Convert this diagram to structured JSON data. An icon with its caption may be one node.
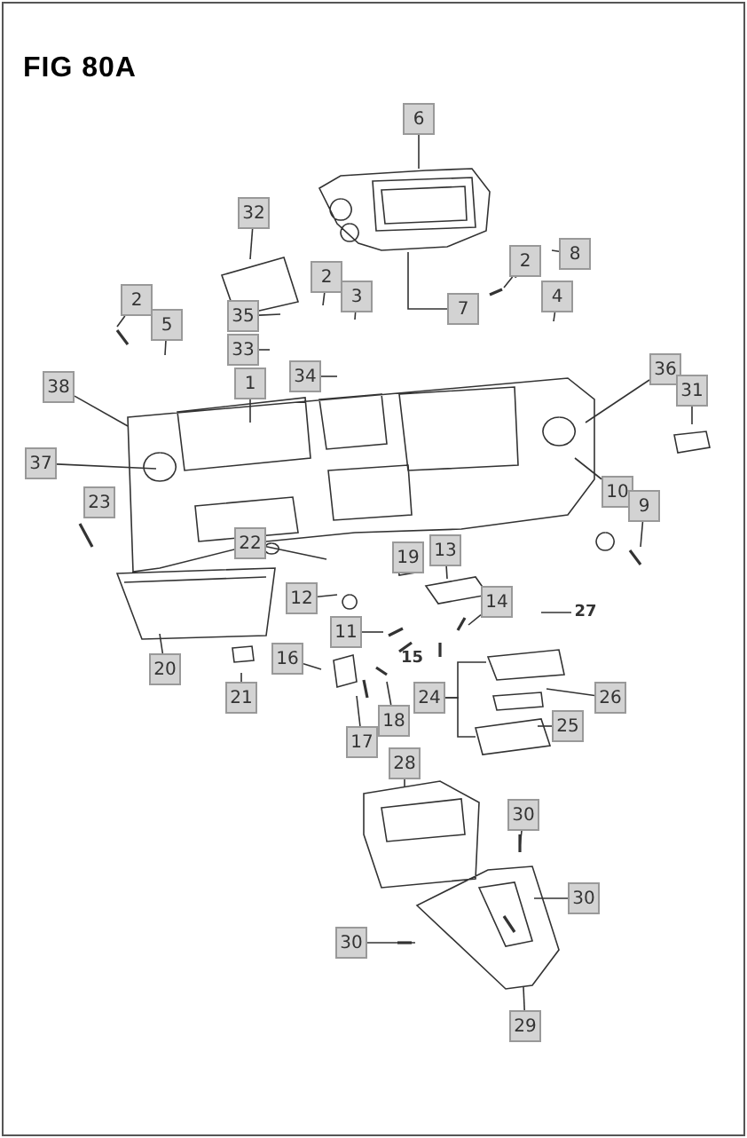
{
  "diagram": {
    "title": "FIG 80A",
    "nodes": [
      {
        "text": [
          "6"
        ]
      },
      {
        "text": [
          "32"
        ]
      },
      {
        "text": [
          "8"
        ]
      },
      {
        "text": [
          "2"
        ]
      },
      {
        "text": [
          "2"
        ]
      },
      {
        "text": [
          "3"
        ]
      },
      {
        "text": [
          "4"
        ]
      },
      {
        "text": [
          "2"
        ]
      },
      {
        "text": [
          "7"
        ]
      },
      {
        "text": [
          "5"
        ]
      },
      {
        "text": [
          "35"
        ]
      },
      {
        "text": [
          "33"
        ]
      },
      {
        "text": [
          "1"
        ]
      },
      {
        "text": [
          "34"
        ]
      },
      {
        "text": [
          "38"
        ]
      },
      {
        "text": [
          "36"
        ]
      },
      {
        "text": [
          "31"
        ]
      },
      {
        "text": [
          "37"
        ]
      },
      {
        "text": [
          "10"
        ]
      },
      {
        "text": [
          "9"
        ]
      },
      {
        "text": [
          "23"
        ]
      },
      {
        "text": [
          "22"
        ]
      },
      {
        "text": [
          "19"
        ]
      },
      {
        "text": [
          "13"
        ]
      },
      {
        "text": [
          "12"
        ]
      },
      {
        "text": [
          "14"
        ]
      },
      {
        "text": [
          "11"
        ]
      },
      {
        "text": [
          "27"
        ]
      },
      {
        "text": [
          "16"
        ]
      },
      {
        "text": [
          "24"
        ]
      },
      {
        "text": [
          "26"
        ]
      },
      {
        "text": [
          "20"
        ]
      },
      {
        "text": [
          "21"
        ]
      },
      {
        "text": [
          "25"
        ]
      },
      {
        "text": [
          "18"
        ]
      },
      {
        "text": [
          "17"
        ]
      },
      {
        "text": [
          "28"
        ]
      },
      {
        "text": [
          "30"
        ]
      },
      {
        "text": [
          "30"
        ]
      },
      {
        "text": [
          "30"
        ]
      },
      {
        "text": [
          "29"
        ]
      }
    ],
    "edges": [
      {
        "from": 0,
        "to": null,
        "arrow": "none"
      },
      {
        "from": 1,
        "to": null,
        "arrow": "none"
      },
      {
        "from": 2,
        "to": null,
        "arrow": "none"
      },
      {
        "from": 3,
        "to": null,
        "arrow": "none"
      },
      {
        "from": 4,
        "to": null,
        "arrow": "none"
      },
      {
        "from": 5,
        "to": null,
        "arrow": "none"
      },
      {
        "from": 6,
        "to": null,
        "arrow": "none"
      },
      {
        "from": 7,
        "to": null,
        "arrow": "none"
      },
      {
        "from": 8,
        "to": null,
        "arrow": "none"
      },
      {
        "from": 9,
        "to": null,
        "arrow": "none"
      },
      {
        "from": 10,
        "to": null,
        "arrow": "none"
      },
      {
        "from": 11,
        "to": null,
        "arrow": "none"
      },
      {
        "from": 12,
        "to": null,
        "arrow": "none"
      },
      {
        "from": 13,
        "to": null,
        "arrow": "none"
      },
      {
        "from": 14,
        "to": null,
        "arrow": "none"
      },
      {
        "from": 15,
        "to": null,
        "arrow": "none"
      },
      {
        "from": 16,
        "to": null,
        "arrow": "none"
      },
      {
        "from": 17,
        "to": null,
        "arrow": "none"
      },
      {
        "from": 18,
        "to": null,
        "arrow": "none"
      },
      {
        "from": 19,
        "to": null,
        "arrow": "none"
      },
      {
        "from": 21,
        "to": null,
        "arrow": "none"
      },
      {
        "from": 23,
        "to": null,
        "arrow": "none"
      },
      {
        "from": 24,
        "to": null,
        "arrow": "none"
      },
      {
        "from": 25,
        "to": null,
        "arrow": "none"
      },
      {
        "from": 26,
        "to": null,
        "arrow": "none"
      },
      {
        "from": 27,
        "to": null,
        "arrow": "none"
      },
      {
        "from": 28,
        "to": null,
        "arrow": "none"
      },
      {
        "from": 29,
        "to": null,
        "arrow": "none"
      },
      {
        "from": 29,
        "to": null,
        "arrow": "none"
      },
      {
        "from": 30,
        "to": null,
        "arrow": "none"
      },
      {
        "from": 31,
        "to": null,
        "arrow": "none"
      },
      {
        "from": 32,
        "to": null,
        "arrow": "none"
      },
      {
        "from": 33,
        "to": null,
        "arrow": "none"
      },
      {
        "from": 34,
        "to": null,
        "arrow": "none"
      },
      {
        "from": 35,
        "to": null,
        "arrow": "none"
      },
      {
        "from": 36,
        "to": null,
        "arrow": "none"
      },
      {
        "from": 37,
        "to": null,
        "arrow": "none"
      },
      {
        "from": 38,
        "to": null,
        "arrow": "none"
      },
      {
        "from": 39,
        "to": null,
        "arrow": "none"
      },
      {
        "from": 40,
        "to": null,
        "arrow": "none"
      }
    ],
    "labels": [
      "15"
    ]
  }
}
